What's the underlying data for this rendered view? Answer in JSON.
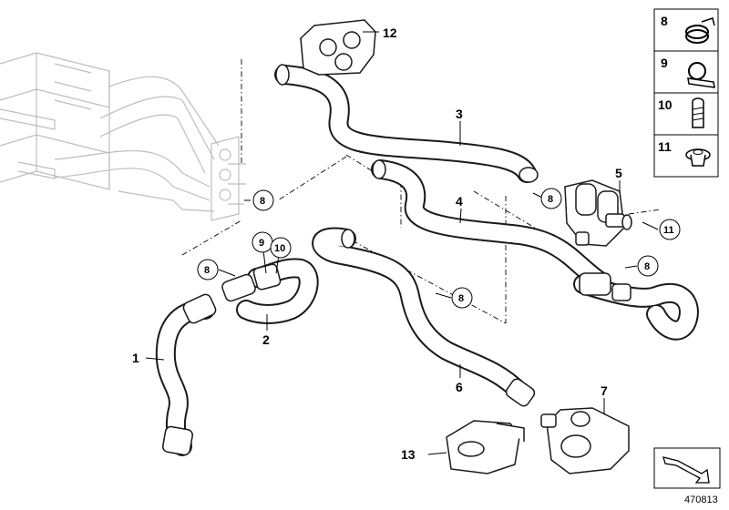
{
  "diagram": {
    "labels": {
      "p1": "1",
      "p2": "2",
      "p3": "3",
      "p4": "4",
      "p5": "5",
      "p6": "6",
      "p7": "7",
      "p9": "9",
      "p10": "10",
      "p12": "12",
      "p13": "13"
    },
    "callouts": {
      "c8a": "8",
      "c8b": "8",
      "c8c": "8",
      "c8d": "8",
      "c8e": "8",
      "c11": "11"
    },
    "legend": [
      "8",
      "9",
      "10",
      "11"
    ],
    "doc_number": "470813"
  }
}
